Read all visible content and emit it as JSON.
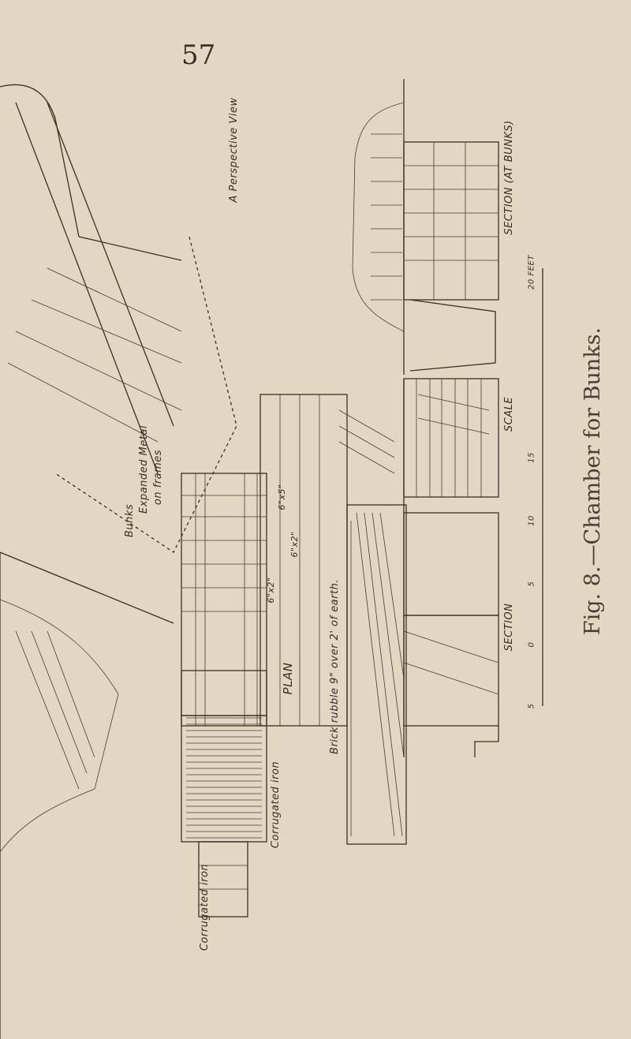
{
  "page_number": "57",
  "caption": "Fig. 8.—Chamber for Bunks.",
  "labels": {
    "section_bunks": "SECTION (AT BUNKS)",
    "section_bottom": "SECTION",
    "plan": "PLAN",
    "brick_rubble": "Brick rubble 9\" over 2' of earth.",
    "corrugated_iron_plan": "Corrugated iron",
    "corrugated_iron_lower": "Corrugated iron",
    "timber_6x2_a": "6\"x2\"",
    "timber_6x2_b": "6\"x2\"",
    "timber_6x5": "6\"x5\"",
    "bunks_line1": "Bunks",
    "bunks_line2": "Expanded Metal",
    "bunks_line3": "on frames",
    "perspective": "A Perspective View"
  },
  "scale": {
    "title": "SCALE",
    "ticks": [
      "5",
      "0",
      "5",
      "10",
      "15",
      "20 FEET"
    ]
  }
}
